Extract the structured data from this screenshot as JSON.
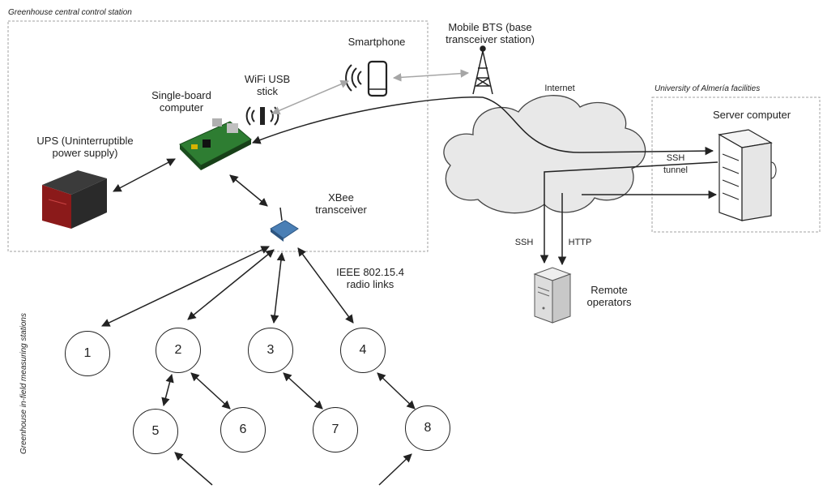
{
  "regions": {
    "central": "Greenhouse central control station",
    "university": "University of Almería facilities",
    "infield": "Greenhouse in-field measuring stations"
  },
  "devices": {
    "ups": "UPS (Uninterruptible power supply)",
    "sbc": "Single-board computer",
    "wifi": "WiFi USB stick",
    "smartphone": "Smartphone",
    "bts": "Mobile BTS (base transceiver station)",
    "xbee": "XBee transceiver",
    "internet": "Internet",
    "server": "Server computer",
    "remote": "Remote operators"
  },
  "links": {
    "ssh_tunnel": "SSH tunnel",
    "ssh": "SSH",
    "http": "HTTP",
    "radio": "IEEE 802.15.4 radio links"
  },
  "nodes": [
    "1",
    "2",
    "3",
    "4",
    "5",
    "6",
    "7",
    "8"
  ],
  "colors": {
    "stroke": "#222222",
    "gray_arrow": "#a6a6a6",
    "dashed_border": "#a0a0a0",
    "ups_red": "#8b1a1a",
    "board_green": "#2e7d32"
  }
}
